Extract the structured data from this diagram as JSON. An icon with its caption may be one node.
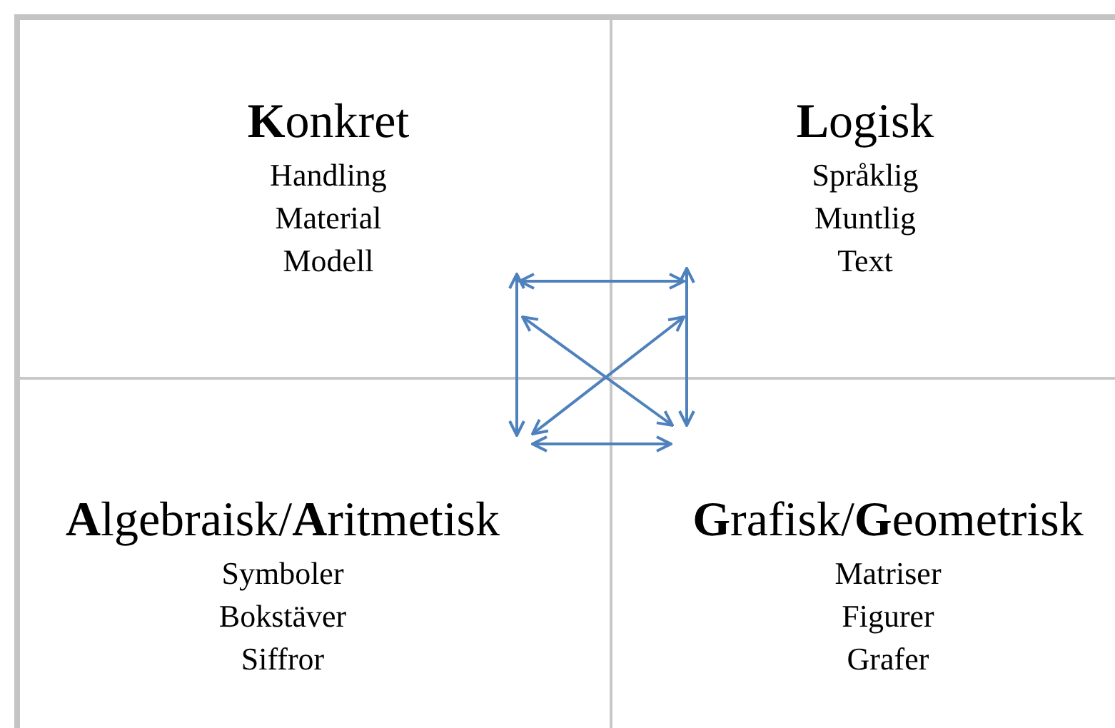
{
  "diagram": {
    "nodes": [
      {
        "text": [
          "**K**onkret",
          "Handling",
          "Material",
          "Modell"
        ]
      },
      {
        "text": [
          "**L**ogisk",
          "Språklig",
          "Muntlig",
          "Text"
        ]
      },
      {
        "text": [
          "**A**lgebraisk/**A**ritmetisk",
          "Symboler",
          "Bokstäver",
          "Siffror"
        ]
      },
      {
        "text": [
          "**G**rafisk/**G**eometrisk",
          "Matriser",
          "Figurer",
          "Grafer"
        ]
      }
    ],
    "edges": [
      {
        "from": 0,
        "to": 1,
        "arrow": "both"
      },
      {
        "from": 0,
        "to": 2,
        "arrow": "both"
      },
      {
        "from": 1,
        "to": 3,
        "arrow": "both"
      },
      {
        "from": 2,
        "to": 3,
        "arrow": "both"
      },
      {
        "from": 0,
        "to": 3,
        "arrow": "both"
      },
      {
        "from": 1,
        "to": 2,
        "arrow": "both"
      }
    ]
  }
}
